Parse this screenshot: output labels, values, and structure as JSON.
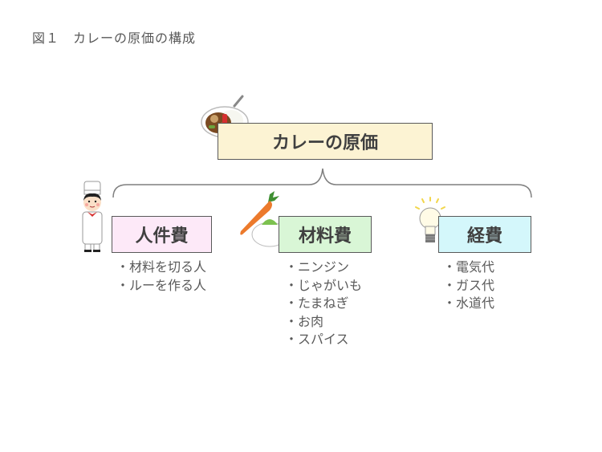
{
  "caption": "図１　カレーの原価の構成",
  "root": {
    "label": "カレーの原価",
    "icon": "curry-rice-icon",
    "color": "#fcf3d3"
  },
  "categories": [
    {
      "label": "人件費",
      "icon": "chef-icon",
      "color": "#fde9f8",
      "items": [
        "材料を切る人",
        "ルーを作る人"
      ]
    },
    {
      "label": "材料費",
      "icon": "vegetables-icon",
      "color": "#d9f6d6",
      "items": [
        "ニンジン",
        "じゃがいも",
        "たまねぎ",
        "お肉",
        "スパイス"
      ]
    },
    {
      "label": "経費",
      "icon": "light-bulb-icon",
      "color": "#d4f7fb",
      "items": [
        "電気代",
        "ガス代",
        "水道代"
      ]
    }
  ]
}
